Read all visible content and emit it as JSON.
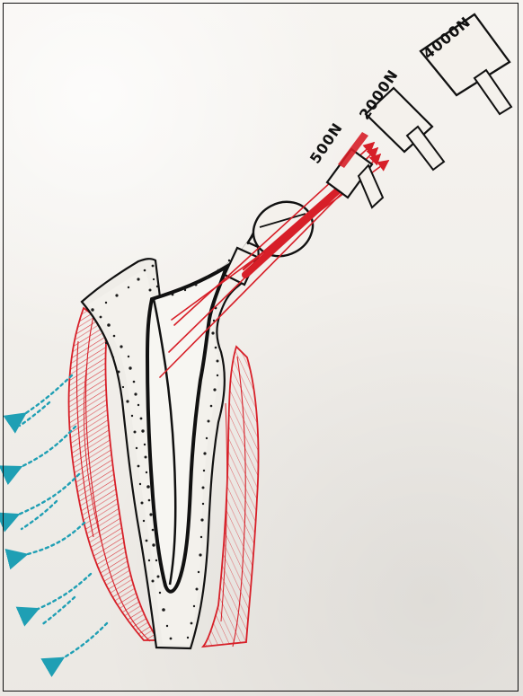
{
  "diagram": {
    "labels": {
      "force_1": "500N",
      "force_2": "2000N",
      "force_3": "4000N"
    },
    "colors": {
      "ink": "#111111",
      "red": "#d71f28",
      "blue": "#1f9fb4",
      "paper": "#f3f0eb",
      "speckle": "#1a1a1a"
    },
    "icons": {
      "arrow_style": "dashed-arrow-icon"
    }
  }
}
